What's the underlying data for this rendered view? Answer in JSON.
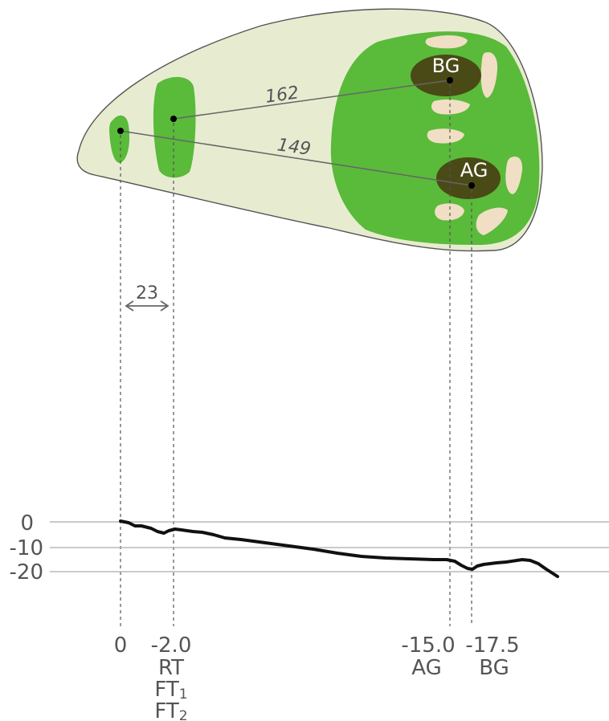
{
  "labels": {
    "bg_marker": "BG",
    "ag_marker": "AG",
    "distance_bg": "162",
    "distance_ag": "149",
    "offset_dimension": "23"
  },
  "y_axis": {
    "ticks": [
      "0",
      "-10",
      "-20"
    ]
  },
  "x_axis": {
    "tick_zero": "0",
    "tick_rt": "-2.0",
    "tick_ag": "-15.0",
    "tick_bg": "-17.5",
    "name_rt": "RT",
    "name_ft1": "FT",
    "name_ft1_sub": "1",
    "name_ft2": "FT",
    "name_ft2_sub": "2",
    "name_ag": "AG",
    "name_bg": "BG"
  },
  "colors": {
    "rough": "#e7ecd1",
    "fairway": "#5aba3a",
    "green_dark": "#4a4a16",
    "bunker": "#f0dfc4",
    "outline": "#555555",
    "profile": "#111111",
    "grid": "#aaaaaa"
  }
}
